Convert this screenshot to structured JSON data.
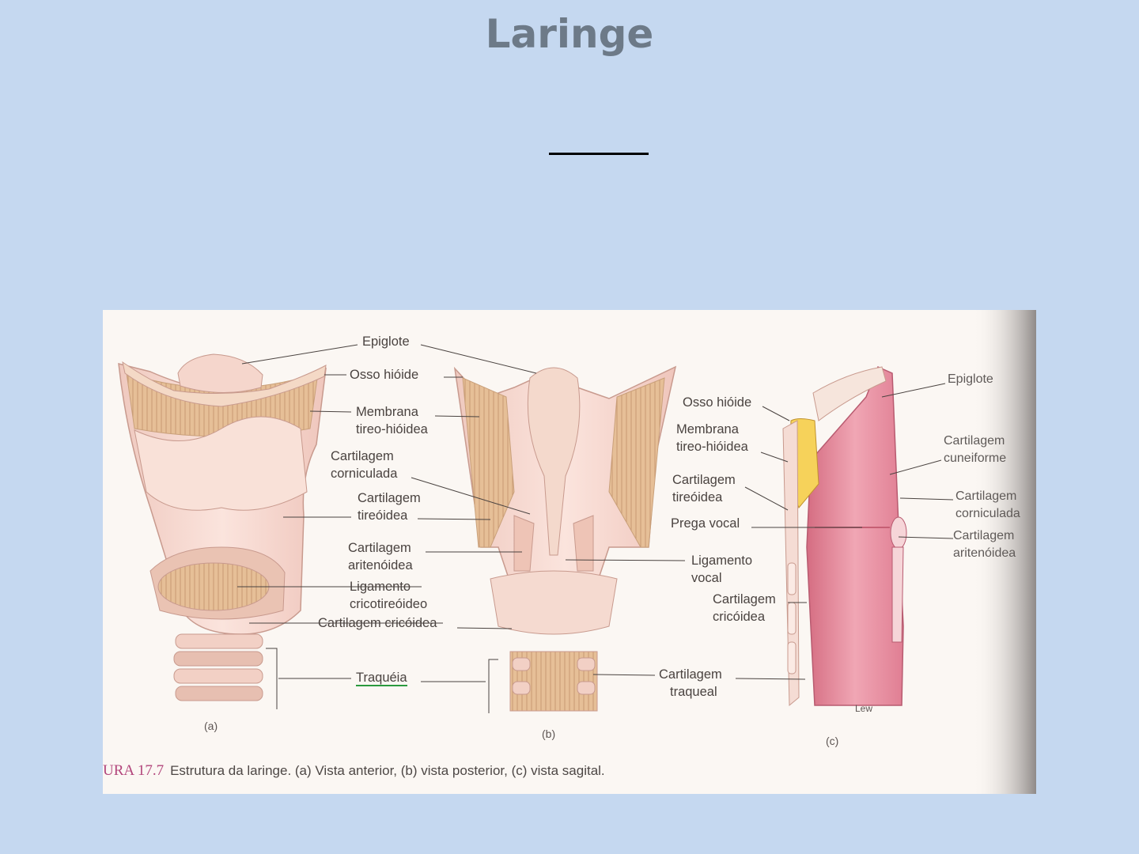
{
  "slide": {
    "title": "Laringe"
  },
  "figure": {
    "panels": {
      "a": "(a)",
      "b": "(b)",
      "c": "(c)"
    },
    "labels_a": {
      "epiglote": "Epiglote",
      "osso_hioide": "Osso hióide",
      "membrana_line1": "Membrana",
      "membrana_line2": "tireo-hióidea",
      "corniculada_line1": "Cartilagem",
      "corniculada_line2": "corniculada",
      "tireoidea_line1": "Cartilagem",
      "tireoidea_line2": "tireóidea",
      "aritenoidea_line1": "Cartilagem",
      "aritenoidea_line2": "aritenóidea",
      "ligamento_line1": "Ligamento",
      "ligamento_line2": "cricotireóideo",
      "cricoidea": "Cartilagem cricóidea",
      "traqueia": "Traquéia"
    },
    "labels_c": {
      "osso_hioide": "Osso hióide",
      "membrana_line1": "Membrana",
      "membrana_line2": "tireo-hióidea",
      "tireoidea_line1": "Cartilagem",
      "tireoidea_line2": "tireóidea",
      "prega_vocal": "Prega vocal",
      "ligamento_line1": "Ligamento",
      "ligamento_line2": "vocal",
      "cricoidea_line1": "Cartilagem",
      "cricoidea_line2": "cricóidea",
      "traqueal_line1": "Cartilagem",
      "traqueal_line2": "traqueal",
      "epiglote": "Epiglote",
      "cuneiforme_line1": "Cartilagem",
      "cuneiforme_line2": "cuneiforme",
      "corniculada_line1": "Cartilagem",
      "corniculada_line2": "corniculada",
      "aritenoidea_line1": "Cartilagem",
      "aritenoidea_line2": "aritenóidea"
    },
    "signature": "Lew",
    "caption": {
      "number": "URA 17.7",
      "text": "Estrutura da laringe. (a) Vista anterior, (b) vista posterior, (c) vista sagital."
    }
  }
}
